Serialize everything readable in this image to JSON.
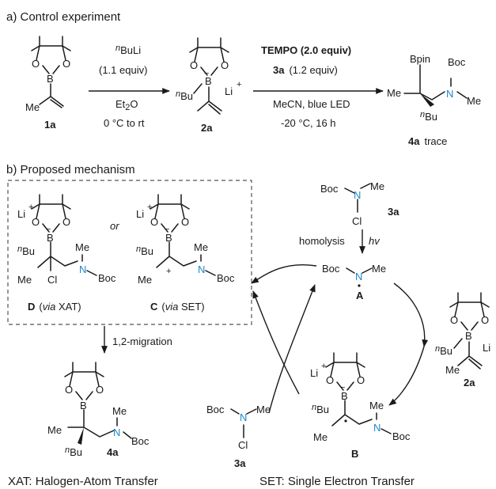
{
  "section_a": {
    "heading": "a) Control experiment"
  },
  "section_b": {
    "heading": "b) Proposed mechanism"
  },
  "compounds": {
    "c1a": "1a",
    "c2a": "2a",
    "c3a": "3a",
    "c4a": "4a",
    "c4a_note": "trace",
    "cA": "A",
    "cB": "B",
    "cC": "C",
    "cD": "D",
    "via_xat": "(via XAT)",
    "via_set": "(via SET)"
  },
  "step1": {
    "line1": "nBuLi",
    "line2": "(1.1 equiv)",
    "line3": "Et2O",
    "line4": "0 °C to rt"
  },
  "step2": {
    "line1": "TEMPO (2.0 equiv)",
    "line2_bold": "3a",
    "line2_rest": "(1.2 equiv)",
    "line3": "MeCN, blue LED",
    "line4": "-20 °C, 16 h"
  },
  "atoms": {
    "o": "O",
    "b": "B",
    "n": "N",
    "cl": "Cl",
    "li": "Li",
    "me": "Me",
    "bu": "Bu",
    "n_super": "n",
    "boc": "Boc",
    "bpin": "Bpin",
    "minus": "−",
    "plus": "+",
    "or": "or"
  },
  "mechanism": {
    "homolysis": "homolysis",
    "hv": "hv",
    "migration": "1,2-migration"
  },
  "footer": {
    "xat": "XAT: Halogen-Atom Transfer",
    "set": "SET: Single Electron Transfer"
  }
}
